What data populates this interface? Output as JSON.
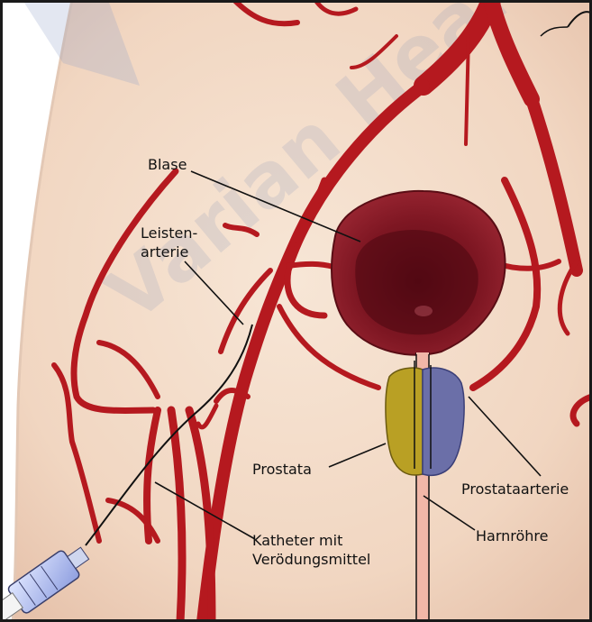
{
  "labels": {
    "blase": "Blase",
    "leisten_line1": "Leisten-",
    "leisten_line2": "arterie",
    "prostata": "Prostata",
    "prostataarterie": "Prostataarterie",
    "katheter_line1": "Katheter mit",
    "katheter_line2": "Verödungsmittel",
    "harnroehre": "Harnröhre"
  },
  "watermark": "Varian Health",
  "colors": {
    "skin": "#f4dcc8",
    "artery": "#b5191f",
    "bladder": "#7a1420",
    "prostata_left": "#b9a024",
    "prostata_right": "#6b6fa8",
    "urethra": "#f1b7a8",
    "leader": "#111111",
    "frame": "#1a1a1a"
  }
}
